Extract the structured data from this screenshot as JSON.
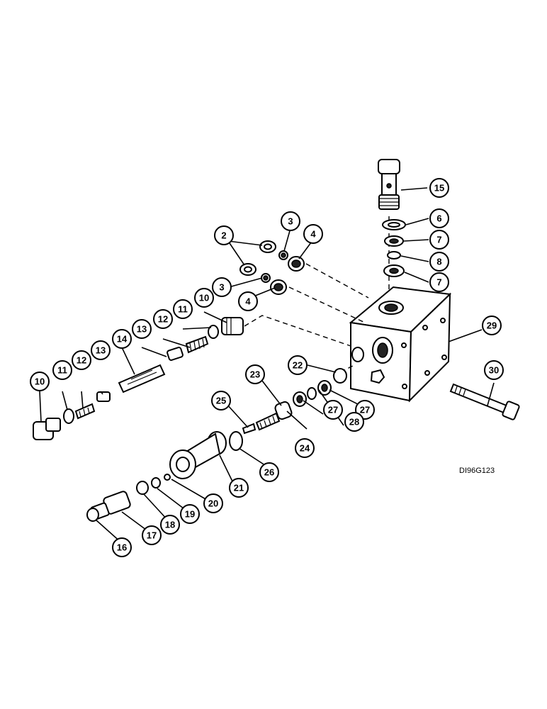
{
  "drawing_code": "DI96G123",
  "callouts": [
    {
      "label": "2"
    },
    {
      "label": "3"
    },
    {
      "label": "4"
    },
    {
      "label": "3"
    },
    {
      "label": "4"
    },
    {
      "label": "15"
    },
    {
      "label": "6"
    },
    {
      "label": "7"
    },
    {
      "label": "8"
    },
    {
      "label": "7"
    },
    {
      "label": "10"
    },
    {
      "label": "11"
    },
    {
      "label": "12"
    },
    {
      "label": "13"
    },
    {
      "label": "14"
    },
    {
      "label": "13"
    },
    {
      "label": "12"
    },
    {
      "label": "11"
    },
    {
      "label": "10"
    },
    {
      "label": "29"
    },
    {
      "label": "30"
    },
    {
      "label": "22"
    },
    {
      "label": "23"
    },
    {
      "label": "25"
    },
    {
      "label": "27"
    },
    {
      "label": "28"
    },
    {
      "label": "27"
    },
    {
      "label": "24"
    },
    {
      "label": "26"
    },
    {
      "label": "21"
    },
    {
      "label": "20"
    },
    {
      "label": "19"
    },
    {
      "label": "18"
    },
    {
      "label": "17"
    },
    {
      "label": "16"
    }
  ]
}
